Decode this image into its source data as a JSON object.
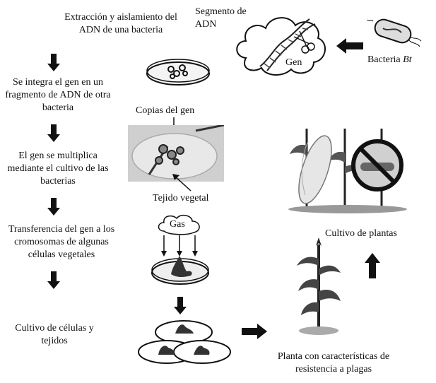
{
  "steps": [
    "Extracción y aislamiento del ADN de una bacteria",
    "Se integra el gen en un fragmento de ADN de otra bacteria",
    "El gen se multiplica mediante el cultivo de las bacterias",
    "Transferencia del gen a los cromosomas de algunas células vegetales",
    "Cultivo de células y tejidos"
  ],
  "labels": {
    "segmento_adn": "Segmento de ADN",
    "gen": "Gen",
    "bacteria_prefix": "Bacteria",
    "bacteria_name": "Bt",
    "copias_gen": "Copias del gen",
    "tejido_vegetal": "Tejido vegetal",
    "gas": "Gas",
    "cultivo_plantas": "Cultivo de plantas",
    "planta_resistente": "Planta con características de resistencia a plagas"
  }
}
